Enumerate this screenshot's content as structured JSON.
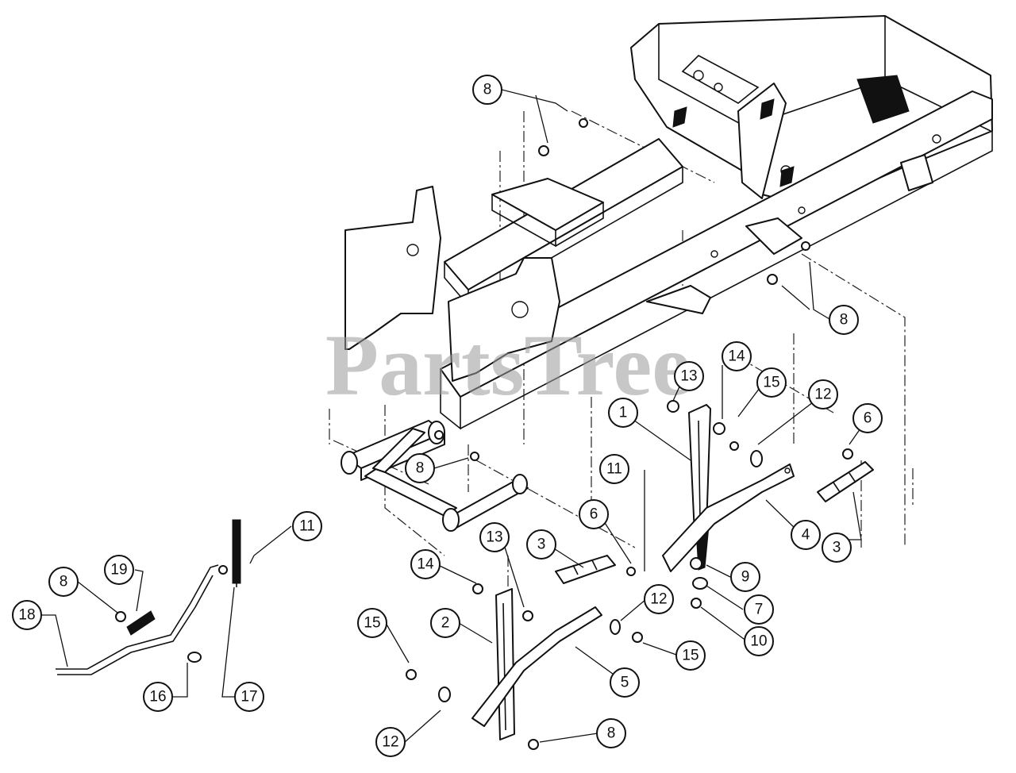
{
  "watermark": "PartsTree",
  "colors": {
    "line": "#111111",
    "background": "#ffffff",
    "watermark": "#9a9a9a"
  },
  "callouts": [
    {
      "id": "c8a",
      "label": "8"
    },
    {
      "id": "c8b",
      "label": "8"
    },
    {
      "id": "c13a",
      "label": "13"
    },
    {
      "id": "c14a",
      "label": "14"
    },
    {
      "id": "c15a",
      "label": "15"
    },
    {
      "id": "c12a",
      "label": "12"
    },
    {
      "id": "c6a",
      "label": "6"
    },
    {
      "id": "c1",
      "label": "1"
    },
    {
      "id": "c8c",
      "label": "8"
    },
    {
      "id": "c11a",
      "label": "11"
    },
    {
      "id": "c4",
      "label": "4"
    },
    {
      "id": "c3a",
      "label": "3"
    },
    {
      "id": "c6b",
      "label": "6"
    },
    {
      "id": "c13b",
      "label": "13"
    },
    {
      "id": "c3b",
      "label": "3"
    },
    {
      "id": "c11b",
      "label": "11"
    },
    {
      "id": "c14b",
      "label": "14"
    },
    {
      "id": "c9",
      "label": "9"
    },
    {
      "id": "c12b",
      "label": "12"
    },
    {
      "id": "c7",
      "label": "7"
    },
    {
      "id": "c2",
      "label": "2"
    },
    {
      "id": "c10",
      "label": "10"
    },
    {
      "id": "c15b",
      "label": "15"
    },
    {
      "id": "c15c",
      "label": "15"
    },
    {
      "id": "c5",
      "label": "5"
    },
    {
      "id": "c8d",
      "label": "8"
    },
    {
      "id": "c19",
      "label": "19"
    },
    {
      "id": "c8e",
      "label": "8"
    },
    {
      "id": "c18",
      "label": "18"
    },
    {
      "id": "c16",
      "label": "16"
    },
    {
      "id": "c17",
      "label": "17"
    },
    {
      "id": "c12c",
      "label": "12"
    }
  ]
}
